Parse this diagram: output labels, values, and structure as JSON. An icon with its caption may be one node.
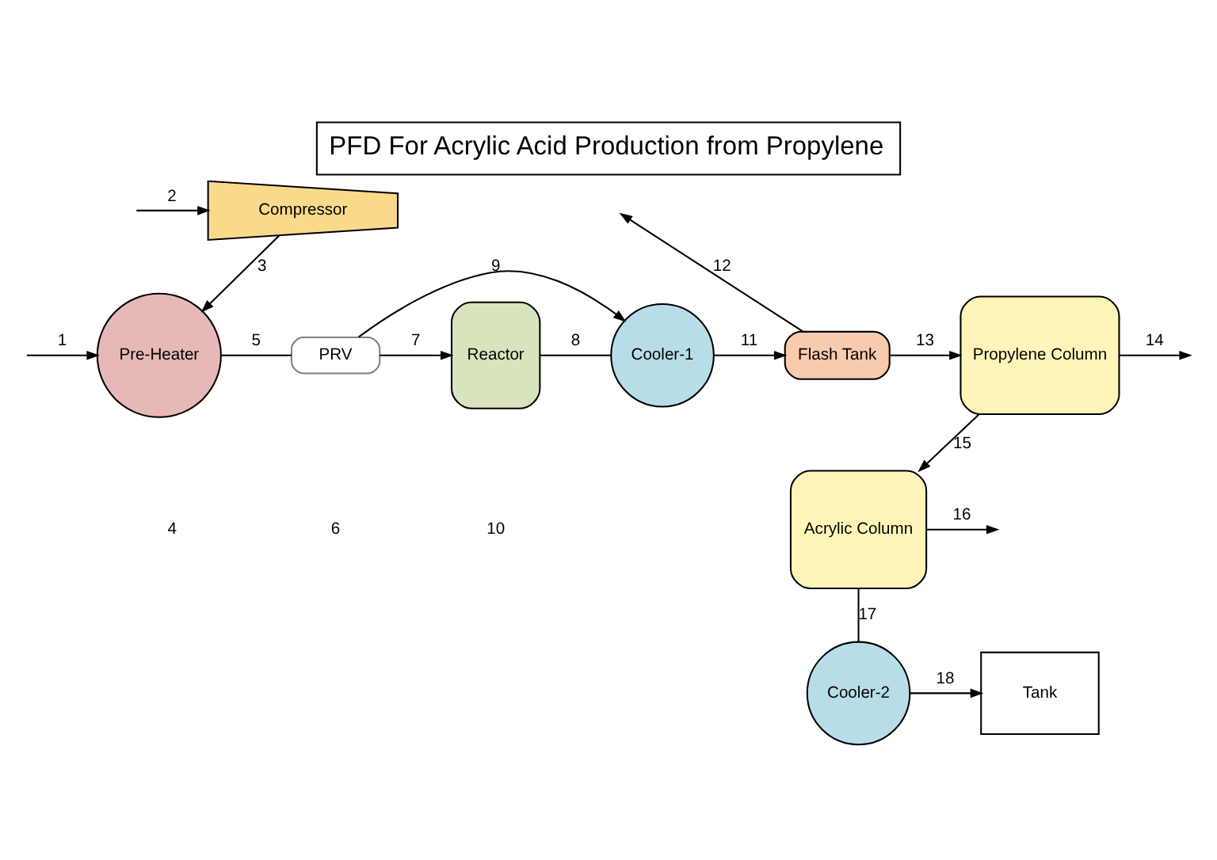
{
  "diagram": {
    "title": "PFD For Acrylic Acid Production from Propylene",
    "nodes": [
      {
        "text": [
          "Compressor"
        ]
      },
      {
        "text": [
          "Pre-Heater"
        ]
      },
      {
        "text": [
          "PRV"
        ]
      },
      {
        "text": [
          "Reactor"
        ]
      },
      {
        "text": [
          "Cooler-1"
        ]
      },
      {
        "text": [
          "Flash Tank"
        ]
      },
      {
        "text": [
          "Propylene Column"
        ]
      },
      {
        "text": [
          "Acrylic Column"
        ]
      },
      {
        "text": [
          "Cooler-2"
        ]
      },
      {
        "text": [
          "Tank"
        ]
      }
    ],
    "edges": [
      {
        "from": null,
        "to": 0,
        "arrow": "to",
        "label": "2"
      },
      {
        "from": 0,
        "to": 1,
        "arrow": "to",
        "label": "3"
      },
      {
        "from": null,
        "to": 1,
        "arrow": "to",
        "label": "1"
      },
      {
        "from": 1,
        "to": 2,
        "arrow": "none",
        "label": "5"
      },
      {
        "from": 2,
        "to": 3,
        "arrow": "to",
        "label": "7"
      },
      {
        "from": 2,
        "to": 4,
        "arrow": "to",
        "label": "9"
      },
      {
        "from": 3,
        "to": 4,
        "arrow": "none",
        "label": "8"
      },
      {
        "from": 4,
        "to": 5,
        "arrow": "to",
        "label": "11"
      },
      {
        "from": 5,
        "to": null,
        "arrow": "to",
        "label": "12"
      },
      {
        "from": 5,
        "to": 6,
        "arrow": "to",
        "label": "13"
      },
      {
        "from": 6,
        "to": null,
        "arrow": "to",
        "label": "14"
      },
      {
        "from": 6,
        "to": 7,
        "arrow": "to",
        "label": "15"
      },
      {
        "from": 7,
        "to": null,
        "arrow": "to",
        "label": "16"
      },
      {
        "from": 7,
        "to": 8,
        "arrow": "none",
        "label": "17"
      },
      {
        "from": 8,
        "to": 9,
        "arrow": "to",
        "label": "18"
      }
    ],
    "labels": [
      "4",
      "6",
      "10"
    ]
  }
}
